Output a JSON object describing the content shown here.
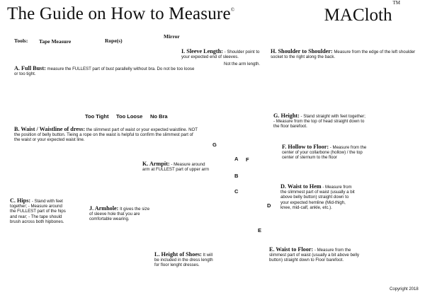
{
  "header": {
    "title": "The Guide on How to Measure",
    "title_mark": "©",
    "brand": "MACloth",
    "brand_mark": "TM"
  },
  "tools": {
    "label": "Tools:",
    "tape": "Tape Measure",
    "rope": "Rope(s)",
    "mirror": "Mirror"
  },
  "sections": {
    "a": {
      "head": "A. Full Bust:",
      "body": " measure the FULLEST part of bust parallelly without bra. Do not be too loose or too tight.",
      "too_tight": "Too Tight",
      "too_loose": "Too Loose",
      "no_bra": "No Bra"
    },
    "b": {
      "head": "B. Waist / Waistline of dress:",
      "body": " the slimmest part of waist or your expected waistline. NOT the position of belly button. Tieing a rope on the waist is helpful to confirm the slimmest part of the waist or your expected waist line."
    },
    "c": {
      "head": "C. Hips:",
      "body": " - Stand with feet together; - Measure around the FULLEST part of the hips and rear; - The tape should brush across both hipbones."
    },
    "d": {
      "head": "D. Waist to Hem",
      "body": " - Measure from the slimmest part of waist (usually a  bit  above belly button) straight down to your expected hemline (Mid-thigh, knee, mid-calf, ankle, etc.)."
    },
    "e": {
      "head": "E. Waist to Floor:",
      "body": " - Measure from the slimmest part of waist (usually a  bit  above belly button) straight down to Floor barefoot."
    },
    "f": {
      "head": "F. Hollow to Floor:",
      "body": " - Measure from the center of your collarbone (hollow) / the top center of sternum to the floor"
    },
    "g": {
      "head": "G. Height:",
      "body": " - Stand straight with feet together; - Measure from the top of head straight down to the  floor barefoot."
    },
    "h": {
      "head": "H. Shoulder to Shoulder:",
      "body": " Measure from the edge of the left shoulder socket to the right along the back."
    },
    "i": {
      "head": "I. Sleeve Length:",
      "body": " - Shoulder point to your expected end of sleeves.",
      "note": "Not the arm length."
    },
    "j": {
      "head": "J. Armhole:",
      "body": " It gives the size of sleeve hole that you are comfortable wearing."
    },
    "k": {
      "head": "K. Armpit:",
      "body": " - Measure around arm at FULLEST part of upper arm"
    },
    "l": {
      "head": "L. Height of Shoes:",
      "body": " It will be included in the dress length for floor lenght dresses."
    }
  },
  "figure_labels": {
    "a": "A",
    "b": "B",
    "c": "C",
    "d": "D",
    "e": "E",
    "f": "F",
    "g": "G"
  },
  "footer": {
    "copyright": "Copyright 2018"
  },
  "colors": {
    "check": "#27a327",
    "cross": "#d82020",
    "marker": "#f4d21f"
  }
}
